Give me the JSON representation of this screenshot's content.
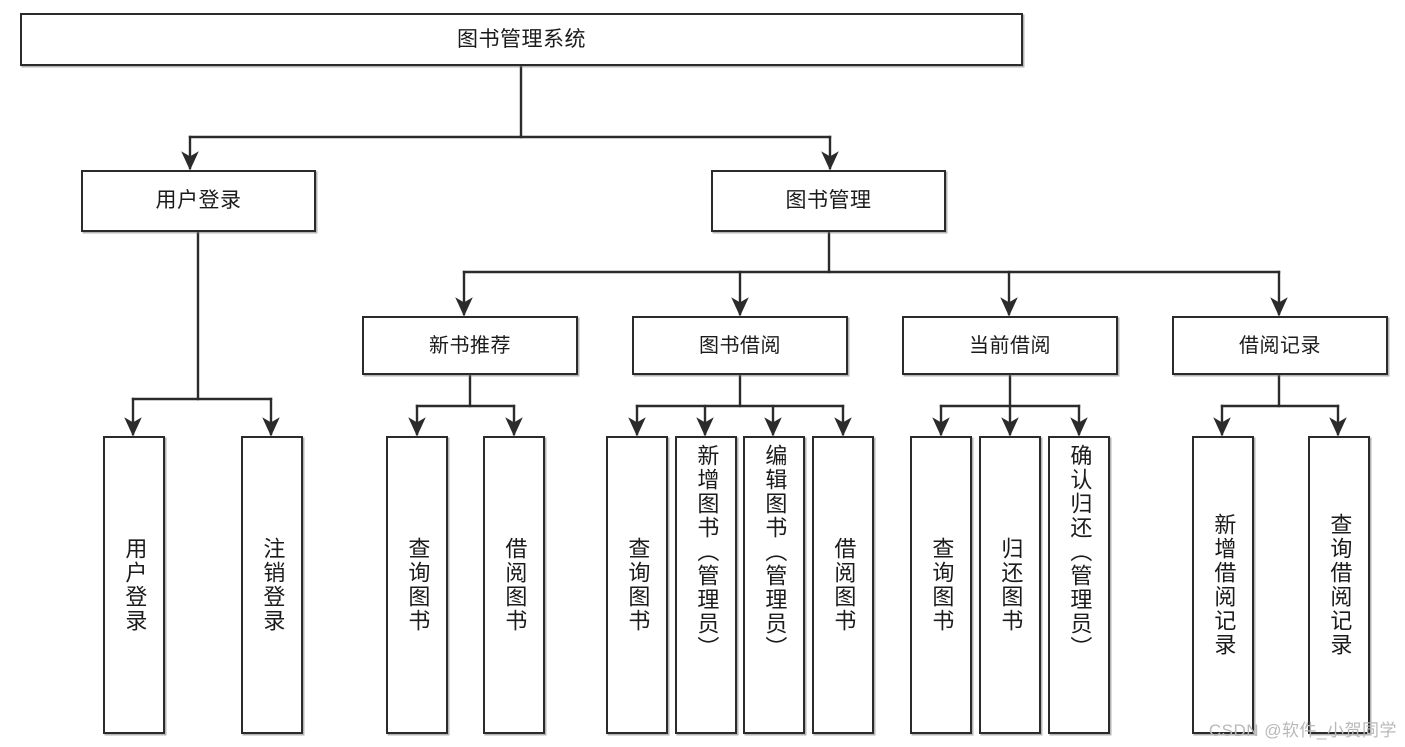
{
  "diagram": {
    "title": "图书管理系统",
    "watermark": "CSDN @软件_小贺同学",
    "line_color": "#2b2b2b",
    "box_fill": "#ffffff",
    "text_color": "#1b1b1b",
    "watermark_color": "#b9b9b9",
    "root": {
      "id": "root",
      "label": "图书管理系统"
    },
    "level2": [
      {
        "id": "user-login",
        "label": "用户登录"
      },
      {
        "id": "book-management",
        "label": "图书管理"
      }
    ],
    "level3": [
      {
        "id": "new-book-recommend",
        "label": "新书推荐"
      },
      {
        "id": "book-borrow",
        "label": "图书借阅"
      },
      {
        "id": "current-borrow",
        "label": "当前借阅"
      },
      {
        "id": "borrow-record",
        "label": "借阅记录"
      }
    ],
    "leaves": {
      "user_login": [
        {
          "id": "leaf-user-login",
          "label": "用户登录"
        },
        {
          "id": "leaf-logout",
          "label": "注销登录"
        }
      ],
      "new_book_recommend": [
        {
          "id": "leaf-query-book-1",
          "label": "查询图书"
        },
        {
          "id": "leaf-borrow-book-1",
          "label": "借阅图书"
        }
      ],
      "book_borrow": [
        {
          "id": "leaf-query-book-2",
          "label": "查询图书"
        },
        {
          "id": "leaf-add-book",
          "label": "新增图书（管理员）"
        },
        {
          "id": "leaf-edit-book",
          "label": "编辑图书（管理员）"
        },
        {
          "id": "leaf-borrow-book-2",
          "label": "借阅图书"
        }
      ],
      "current_borrow": [
        {
          "id": "leaf-query-book-3",
          "label": "查询图书"
        },
        {
          "id": "leaf-return-book",
          "label": "归还图书"
        },
        {
          "id": "leaf-confirm-return",
          "label": "确认归还（管理员）"
        }
      ],
      "borrow_record": [
        {
          "id": "leaf-add-record",
          "label": "新增借阅记录"
        },
        {
          "id": "leaf-query-record",
          "label": "查询借阅记录"
        }
      ]
    }
  }
}
